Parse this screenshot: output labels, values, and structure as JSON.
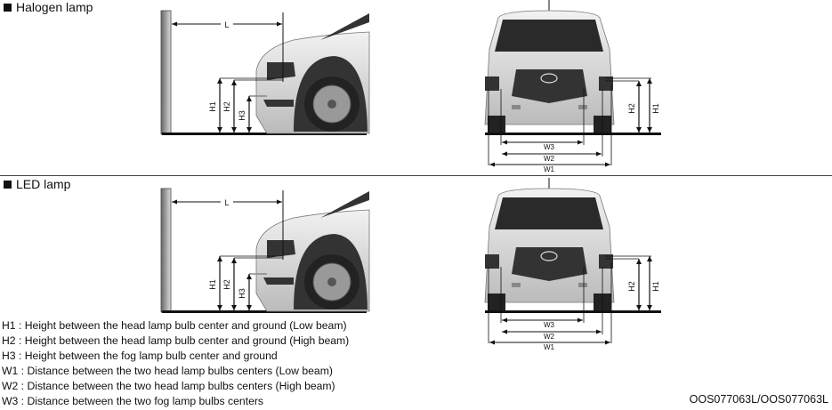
{
  "sections": [
    {
      "title": "Halogen lamp"
    },
    {
      "title": "LED lamp"
    }
  ],
  "labels": {
    "L": "L",
    "H1": "H1",
    "H2": "H2",
    "H3": "H3",
    "W1": "W1",
    "W2": "W2",
    "W3": "W3"
  },
  "legend": [
    "H1 : Height between the head lamp bulb center and ground (Low beam)",
    "H2 : Height between the head lamp bulb center and ground (High beam)",
    "H3 : Height between the fog lamp bulb center and ground",
    "W1 : Distance between the two head lamp bulbs centers (Low beam)",
    "W2 : Distance between the two head lamp bulbs centers (High beam)",
    "W3 : Distance between the two fog lamp bulbs centers"
  ],
  "figure_code": "OOS077063L/OOS077063L"
}
